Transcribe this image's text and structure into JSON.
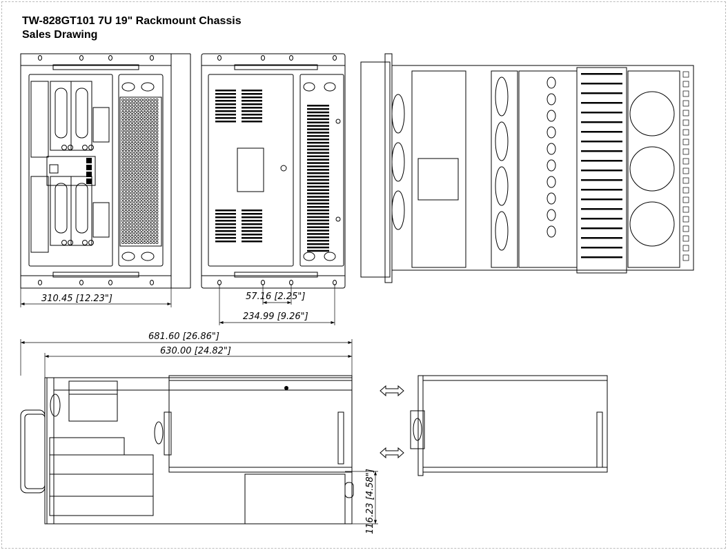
{
  "header": {
    "title": "TW-828GT101 7U 19\" Rackmount Chassis",
    "subtitle": "Sales Drawing"
  },
  "dimensions": {
    "front_width": "310.45  [12.23\"]",
    "rear_hole_spacing": "57.16  [2.25\"]",
    "rear_hole_span": "234.99  [9.26\"]",
    "overall_depth": "681.60  [26.86\"]",
    "body_depth": "630.00  [24.82\"]",
    "psu_height": "116.23  [4.58\"]"
  },
  "views": [
    "front-view",
    "rear-view",
    "top-view",
    "side-view",
    "side-view-slide"
  ]
}
